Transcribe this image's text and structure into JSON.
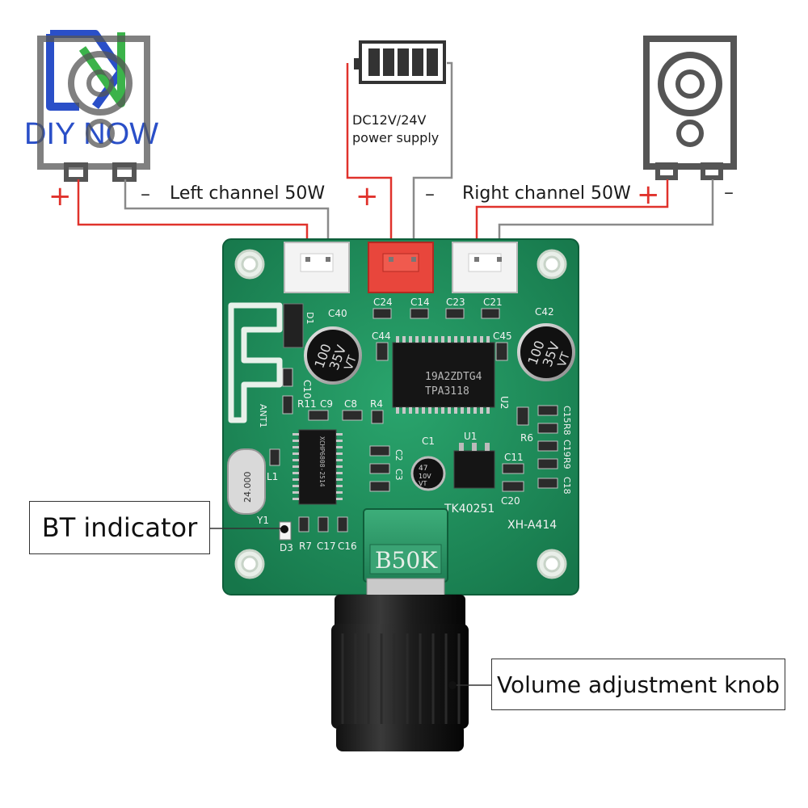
{
  "logo": {
    "text": "DIY NOW"
  },
  "labels": {
    "left_channel": "Left channel 50W",
    "right_channel": "Right channel 50W",
    "power_line1": "DC12V/24V",
    "power_line2": "power supply",
    "plus": "+",
    "minus": "–"
  },
  "callouts": {
    "bt_indicator": "BT indicator",
    "volume_knob": "Volume adjustment knob"
  },
  "board": {
    "model": "XH-A414",
    "amp_chip_line1": "19A2ZDTG4",
    "amp_chip_line2": "TPA3118",
    "bt_chip": "XCHP6808-2514",
    "capacitor_value": "100",
    "capacitor_voltage": "35V",
    "capacitor_brand": "VT",
    "small_cap_value": "47",
    "small_cap_voltage": "10V",
    "small_cap_brand": "VT",
    "crystal": "24.000",
    "potentiometer": "B50K",
    "regulator": "TK40251",
    "silkscreen": [
      "C24",
      "C14",
      "C23",
      "C21",
      "C40",
      "C42",
      "C44",
      "C45",
      "C10",
      "R11",
      "C9",
      "C8",
      "R4",
      "U2",
      "C1",
      "U1",
      "C2",
      "C3",
      "C11",
      "C20",
      "R6",
      "D1",
      "L1",
      "Y1",
      "D3",
      "R7",
      "C17",
      "C16",
      "ANT1",
      "C15",
      "R8",
      "C19",
      "R9",
      "C18"
    ]
  },
  "colors": {
    "pcb": "#1e8a5a",
    "wire_positive": "#e0322c",
    "wire_negative": "#8a8a8a",
    "logo_blue": "#2a4fc8",
    "logo_green": "#3bb34a"
  }
}
